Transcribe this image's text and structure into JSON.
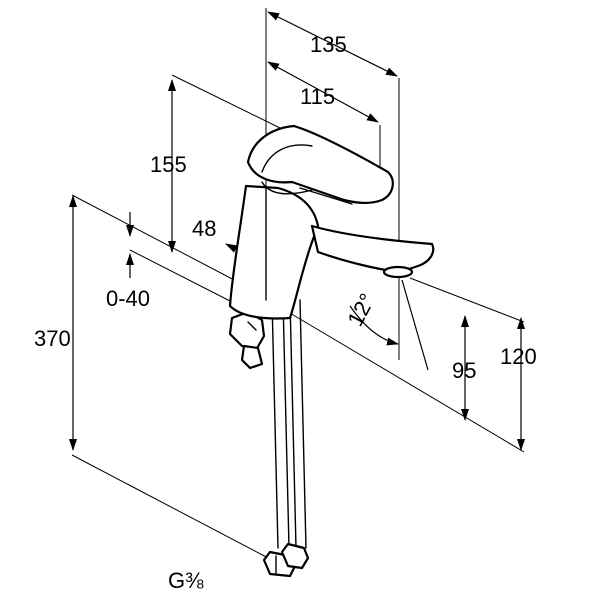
{
  "dimensions": {
    "d135": "135",
    "d115": "115",
    "d155": "155",
    "d48": "48",
    "d040": "0-40",
    "d370": "370",
    "d12": "12°",
    "d95": "95",
    "d120": "120",
    "thread": "G⅜"
  }
}
